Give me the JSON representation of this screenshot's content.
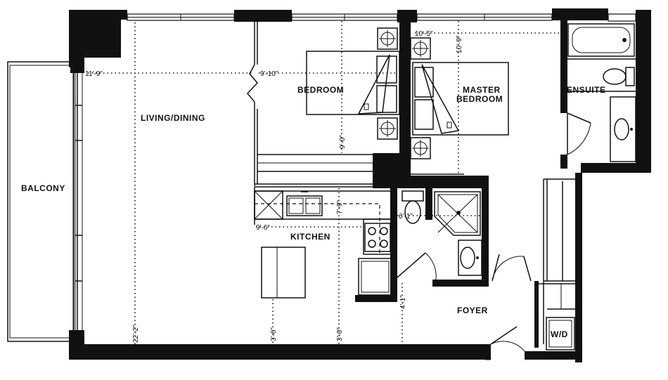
{
  "rooms": {
    "balcony": "BALCONY",
    "living_dining": "LIVING/DINING",
    "bedroom": "BEDROOM",
    "master_line1": "MASTER",
    "master_line2": "BEDROOM",
    "ensuite": "ENSUITE",
    "kitchen": "KITCHEN",
    "foyer": "FOYER",
    "wd": "W/D"
  },
  "dimensions": {
    "living_width": "11'-9\"",
    "living_length": "22'-2\"",
    "bedroom_width": "9'-10\"",
    "bedroom_depth": "9'-0\"",
    "master_width": "10'-5\"",
    "master_length": "10'-9\"",
    "kitchen_width": "9'-6\"",
    "kitchen_depth": "7'-9\"",
    "island_clear": "3'-6\"",
    "counter_clear": "3'-0\"",
    "bath_width": "6'-1\"",
    "foyer_clear": "4'-1\""
  }
}
